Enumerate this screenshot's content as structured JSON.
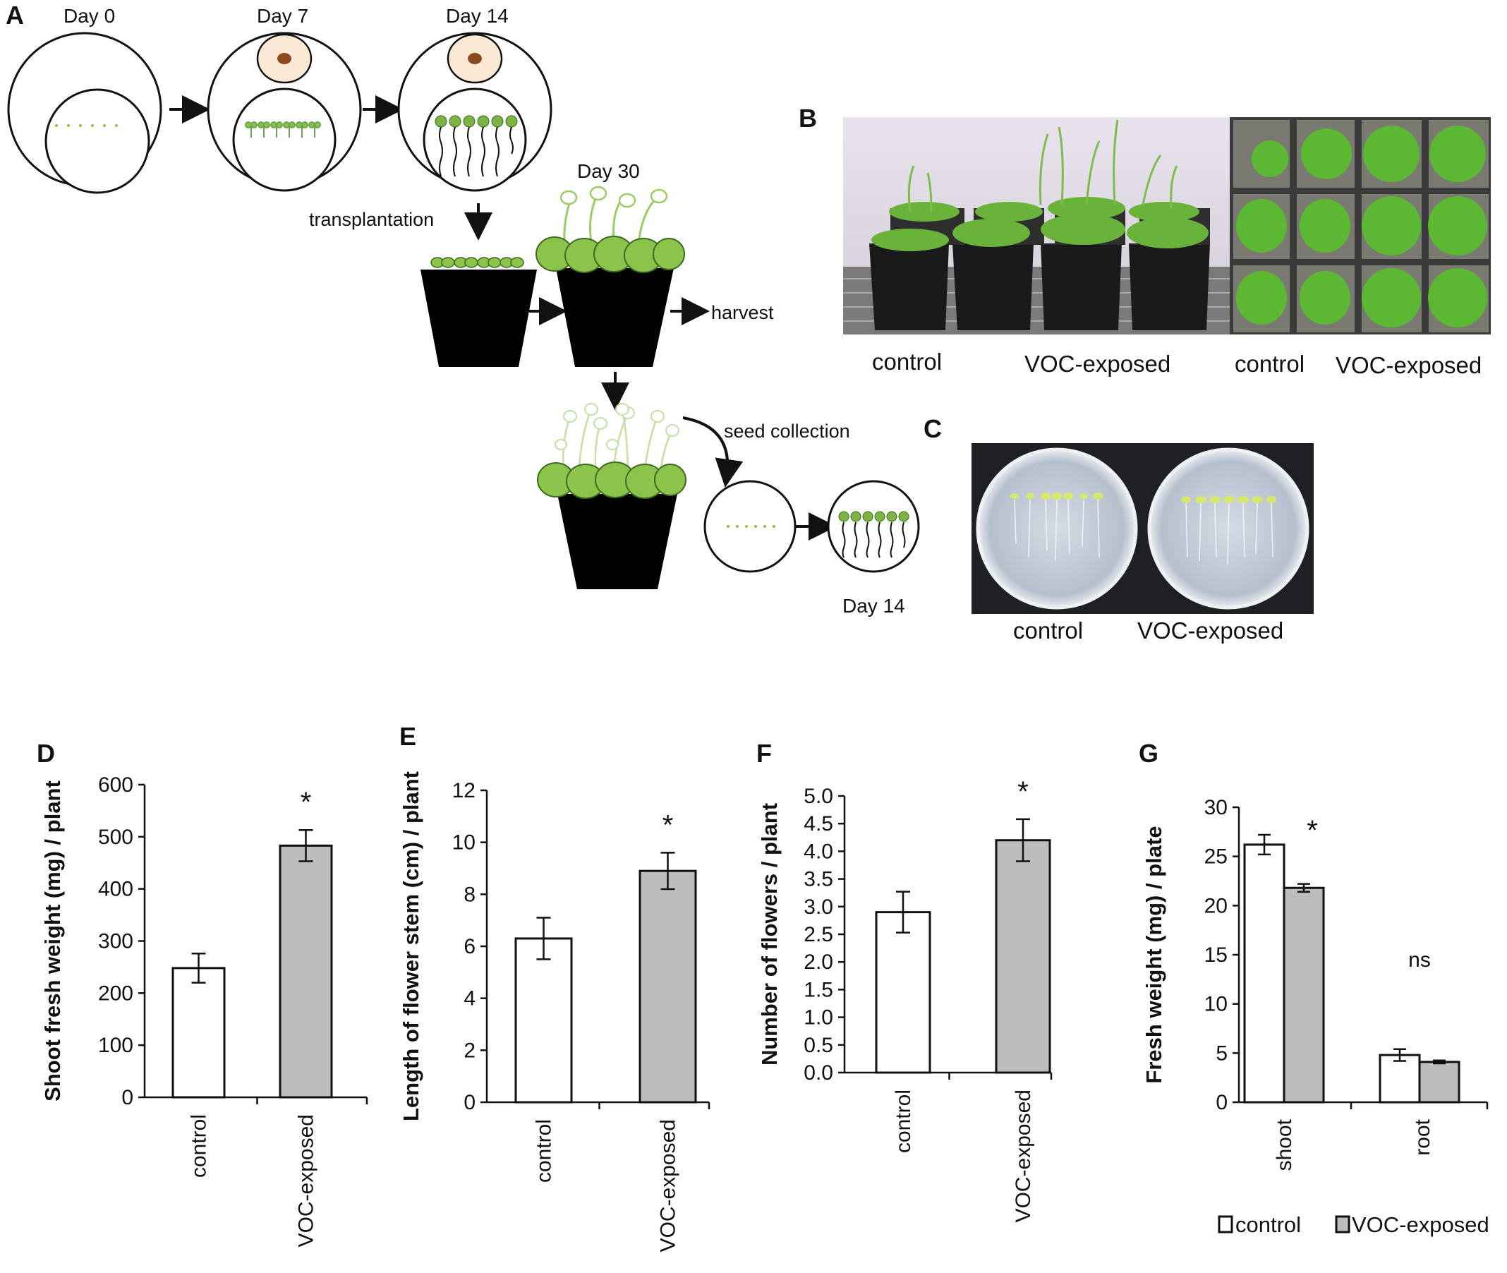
{
  "panelA": {
    "letter": "A",
    "day0": "Day 0",
    "day7": "Day 7",
    "day14": "Day 14",
    "day30": "Day 30",
    "transplantation": "transplantation",
    "harvest": "harvest",
    "seed_collection": "seed collection",
    "day14b": "Day 14"
  },
  "panelB": {
    "letter": "B",
    "cap1": "control",
    "cap2": "VOC-exposed",
    "cap3": "control",
    "cap4": "VOC-exposed"
  },
  "panelC": {
    "letter": "C",
    "cap1": "control",
    "cap2": "VOC-exposed"
  },
  "colors": {
    "control": "#ffffff",
    "voc": "#bdbdbd",
    "plant": "#8cc34a",
    "pot": "#000000"
  },
  "chart_data": [
    {
      "letter": "D",
      "type": "bar",
      "categories": [
        "control",
        "VOC-exposed"
      ],
      "values": [
        248,
        483
      ],
      "errors": [
        28,
        30
      ],
      "ylabel": "Shoot fresh weight (mg) / plant",
      "ylim": [
        0,
        600
      ],
      "yticks": [
        "0",
        "100",
        "200",
        "300",
        "400",
        "500",
        "600"
      ],
      "annotations": [
        "",
        "*"
      ]
    },
    {
      "letter": "E",
      "type": "bar",
      "categories": [
        "control",
        "VOC-exposed"
      ],
      "values": [
        6.3,
        8.9
      ],
      "errors": [
        0.8,
        0.7
      ],
      "ylabel": "Length of flower stem (cm) / plant",
      "ylim": [
        0,
        12
      ],
      "yticks": [
        "0",
        "2",
        "4",
        "6",
        "8",
        "10",
        "12"
      ],
      "annotations": [
        "",
        "*"
      ]
    },
    {
      "letter": "F",
      "type": "bar",
      "categories": [
        "control",
        "VOC-exposed"
      ],
      "values": [
        2.9,
        4.2
      ],
      "errors": [
        0.37,
        0.38
      ],
      "ylabel": "Number of flowers / plant",
      "ylim": [
        0,
        5
      ],
      "yticks": [
        "0.0",
        "0.5",
        "1.0",
        "1.5",
        "2.0",
        "2.5",
        "3.0",
        "3.5",
        "4.0",
        "4.5",
        "5.0"
      ],
      "annotations": [
        "",
        "*"
      ]
    },
    {
      "letter": "G",
      "type": "bar",
      "categories": [
        "shoot",
        "root"
      ],
      "series": [
        {
          "name": "control",
          "values": [
            26.2,
            4.8
          ],
          "errors": [
            1.0,
            0.6
          ]
        },
        {
          "name": "VOC-exposed",
          "values": [
            21.8,
            4.1
          ],
          "errors": [
            0.4,
            0.15
          ]
        }
      ],
      "ylabel": "Fresh weight (mg) / plate",
      "ylim": [
        0,
        30
      ],
      "yticks": [
        "0",
        "5",
        "10",
        "15",
        "20",
        "25",
        "30"
      ],
      "annotations": [
        "*",
        "ns"
      ],
      "legend": "bottom"
    }
  ]
}
